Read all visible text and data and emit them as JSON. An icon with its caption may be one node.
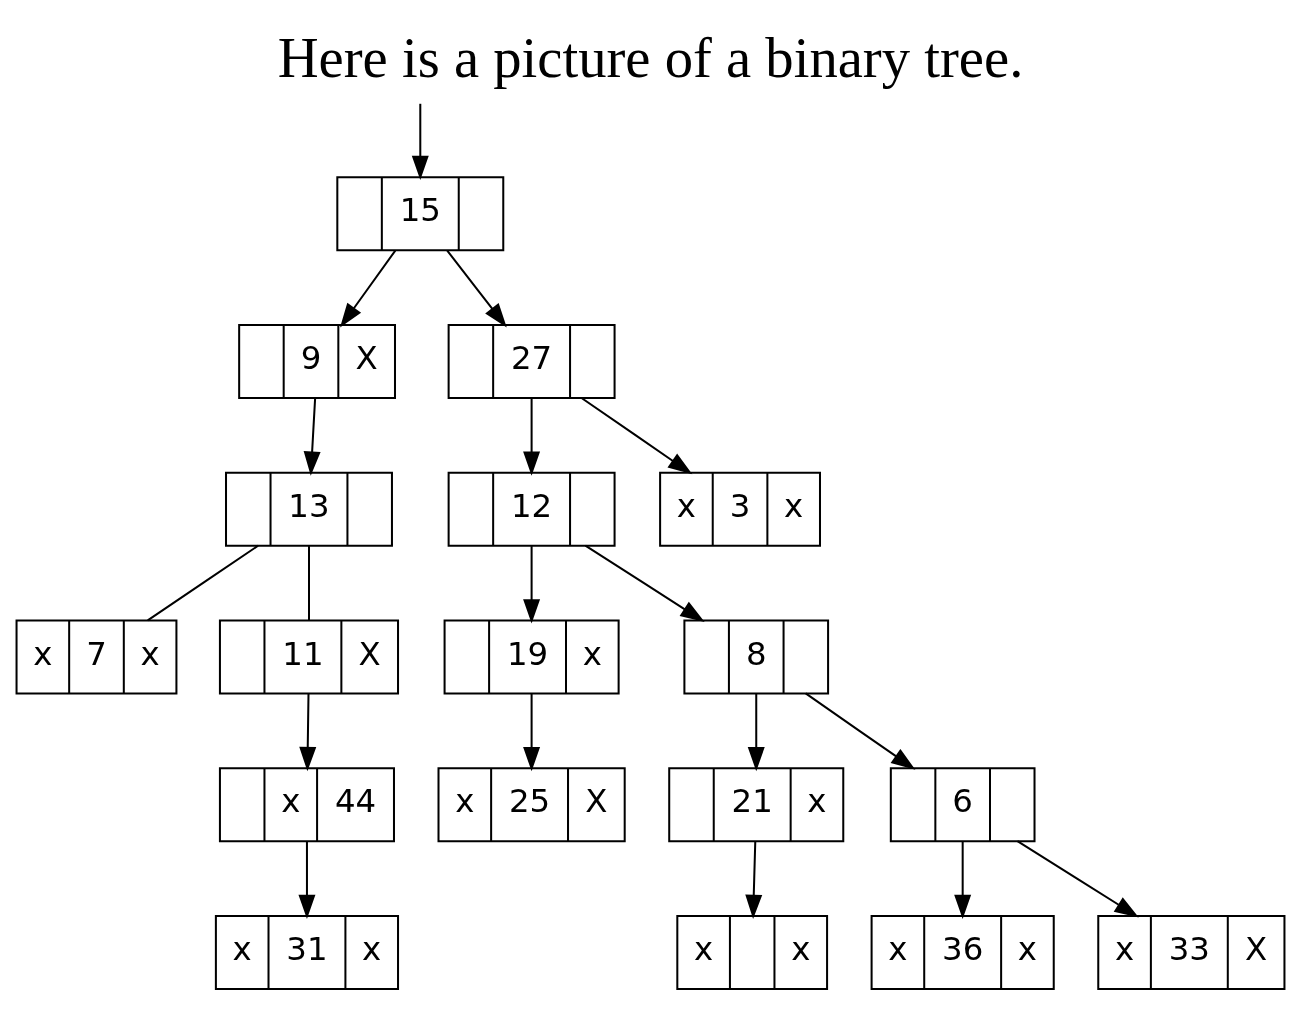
{
  "diagram": {
    "title": "Here is a picture of a binary tree.",
    "nodes": [
      {
        "text": [
          "15"
        ]
      },
      {
        "text": [
          "9",
          "X"
        ]
      },
      {
        "text": [
          "27"
        ]
      },
      {
        "text": [
          "13"
        ]
      },
      {
        "text": [
          "12"
        ]
      },
      {
        "text": [
          "x",
          "3",
          "x"
        ]
      },
      {
        "text": [
          "x",
          "7",
          "x"
        ]
      },
      {
        "text": [
          "11",
          "X"
        ]
      },
      {
        "text": [
          "19",
          "x"
        ]
      },
      {
        "text": [
          "8"
        ]
      },
      {
        "text": [
          "x",
          "44"
        ]
      },
      {
        "text": [
          "x",
          "25",
          "X"
        ]
      },
      {
        "text": [
          "21",
          "x"
        ]
      },
      {
        "text": [
          "6"
        ]
      },
      {
        "text": [
          "x",
          "31",
          "x"
        ]
      },
      {
        "text": [
          "x",
          "x"
        ]
      },
      {
        "text": [
          "x",
          "36",
          "x"
        ]
      },
      {
        "text": [
          "x",
          "33",
          "X"
        ]
      }
    ],
    "edges": [
      {
        "from": null,
        "to": 0,
        "arrow": "to"
      },
      {
        "from": 0,
        "to": 1,
        "arrow": "to"
      },
      {
        "from": 0,
        "to": 2,
        "arrow": "to"
      },
      {
        "from": 1,
        "to": 3,
        "arrow": "to"
      },
      {
        "from": 3,
        "to": 6,
        "arrow": "none"
      },
      {
        "from": 3,
        "to": 7,
        "arrow": "none"
      },
      {
        "from": 7,
        "to": 10,
        "arrow": "to"
      },
      {
        "from": 10,
        "to": 14,
        "arrow": "to"
      },
      {
        "from": 2,
        "to": 4,
        "arrow": "to"
      },
      {
        "from": 2,
        "to": 5,
        "arrow": "to"
      },
      {
        "from": 4,
        "to": 8,
        "arrow": "to"
      },
      {
        "from": 4,
        "to": 9,
        "arrow": "to"
      },
      {
        "from": 8,
        "to": 11,
        "arrow": "to"
      },
      {
        "from": 9,
        "to": 12,
        "arrow": "to"
      },
      {
        "from": 9,
        "to": 13,
        "arrow": "to"
      },
      {
        "from": 12,
        "to": 15,
        "arrow": "to"
      },
      {
        "from": 13,
        "to": 16,
        "arrow": "to"
      },
      {
        "from": 13,
        "to": 17,
        "arrow": "to"
      }
    ]
  }
}
